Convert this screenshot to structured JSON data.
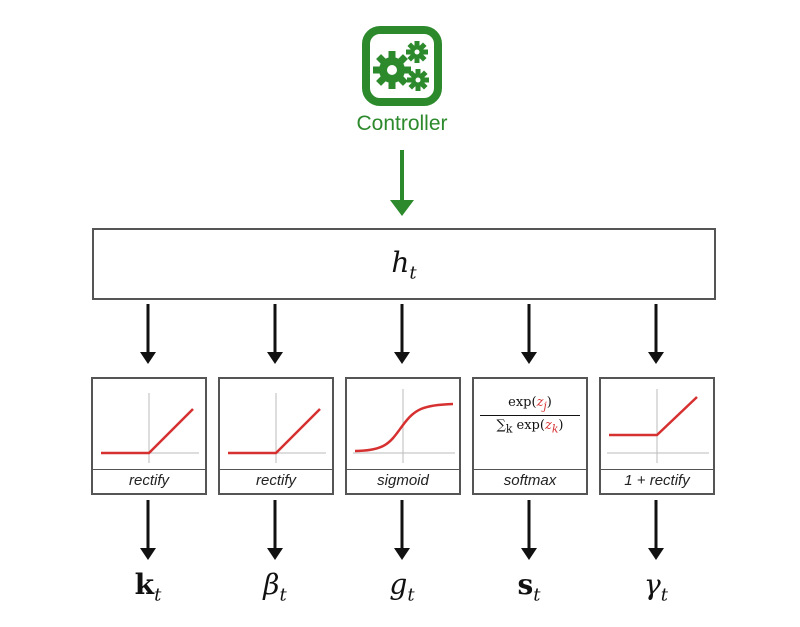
{
  "controller": {
    "label": "Controller",
    "icon": "gears-icon",
    "color": "#2c8a2c"
  },
  "hidden": {
    "symbol": "h",
    "subscript": "t"
  },
  "functions": [
    {
      "label": "rectify",
      "kind": "rectify"
    },
    {
      "label": "rectify",
      "kind": "rectify"
    },
    {
      "label": "sigmoid",
      "kind": "sigmoid"
    },
    {
      "label": "softmax",
      "kind": "softmax",
      "numerator": [
        "exp(",
        "z",
        "j",
        ")"
      ],
      "denominator": [
        "∑",
        "k",
        " exp(",
        "z",
        "k",
        ")"
      ]
    },
    {
      "label": "1 + rectify",
      "kind": "shifted-rectify"
    }
  ],
  "outputs": [
    {
      "symbol": "k",
      "subscript": "t"
    },
    {
      "symbol": "β",
      "subscript": "t"
    },
    {
      "symbol": "g",
      "subscript": "t"
    },
    {
      "symbol": "s",
      "subscript": "t"
    },
    {
      "symbol": "γ",
      "subscript": "t"
    }
  ],
  "colors": {
    "curve": "#d63030",
    "arrow": "#111111",
    "controller_arrow": "#2c8a2c",
    "box_border": "#555555"
  }
}
